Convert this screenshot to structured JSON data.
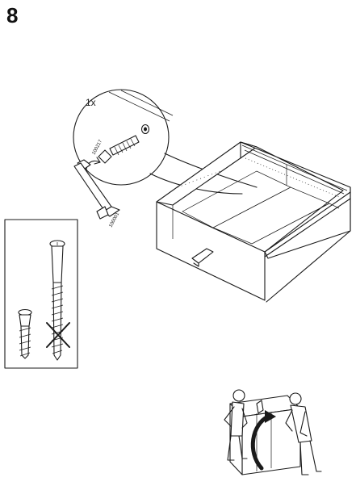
{
  "step": {
    "number": "8"
  },
  "detail": {
    "quantity": "1x",
    "part_screw": "100217",
    "part_key": "100001"
  },
  "colors": {
    "line": "#1a1a1a",
    "background": "#ffffff"
  },
  "icons": {
    "wrench": "allen-key-icon",
    "rotate": "rotate-arrow-icon",
    "reject": "cross-mark-icon",
    "flip": "flip-arrow-icon"
  }
}
